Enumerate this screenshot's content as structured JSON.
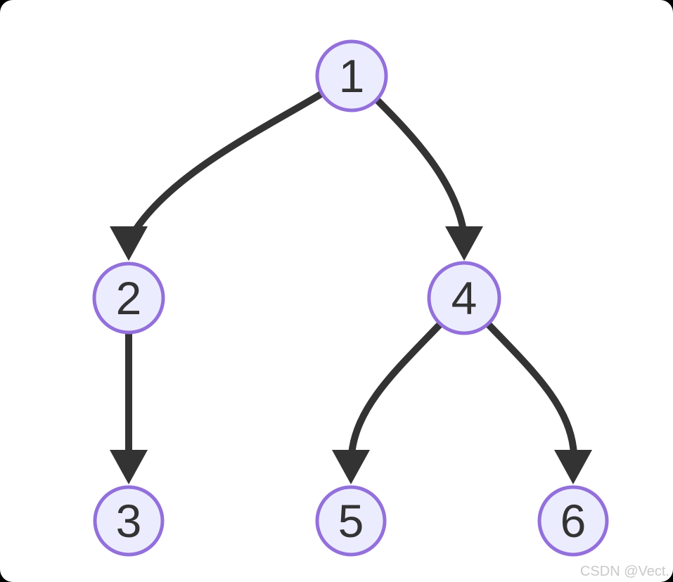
{
  "diagram": {
    "type": "tree",
    "nodes": [
      {
        "id": "1",
        "label": "1"
      },
      {
        "id": "2",
        "label": "2"
      },
      {
        "id": "3",
        "label": "3"
      },
      {
        "id": "4",
        "label": "4"
      },
      {
        "id": "5",
        "label": "5"
      },
      {
        "id": "6",
        "label": "6"
      }
    ],
    "edges": [
      {
        "from": "1",
        "to": "2"
      },
      {
        "from": "1",
        "to": "4"
      },
      {
        "from": "2",
        "to": "3"
      },
      {
        "from": "4",
        "to": "5"
      },
      {
        "from": "4",
        "to": "6"
      }
    ]
  },
  "watermark": {
    "text": "CSDN @Vect."
  },
  "colors": {
    "node-fill": "#ECECFF",
    "node-border": "#9370DB",
    "edge": "#333333",
    "node-text": "#333333",
    "watermark-text": "#C9C9C9",
    "canvas": "#FFFFFF",
    "page-background": "#000000"
  }
}
